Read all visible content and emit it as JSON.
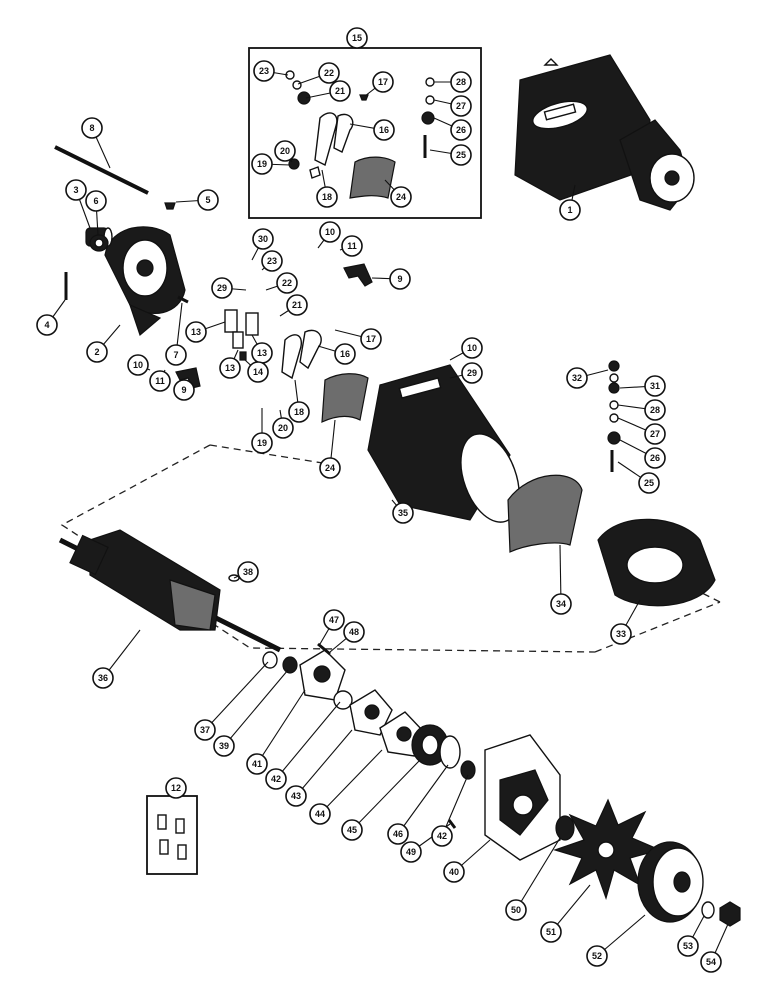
{
  "diagram": {
    "callouts": [
      {
        "id": "c1",
        "label": "1"
      },
      {
        "id": "c2",
        "label": "2"
      },
      {
        "id": "c3",
        "label": "3"
      },
      {
        "id": "c4",
        "label": "4"
      },
      {
        "id": "c5",
        "label": "5"
      },
      {
        "id": "c6",
        "label": "6"
      },
      {
        "id": "c7",
        "label": "7"
      },
      {
        "id": "c8",
        "label": "8"
      },
      {
        "id": "c9a",
        "label": "9"
      },
      {
        "id": "c9b",
        "label": "9"
      },
      {
        "id": "c10a",
        "label": "10"
      },
      {
        "id": "c10b",
        "label": "10"
      },
      {
        "id": "c10c",
        "label": "10"
      },
      {
        "id": "c11a",
        "label": "11"
      },
      {
        "id": "c11b",
        "label": "11"
      },
      {
        "id": "c12",
        "label": "12"
      },
      {
        "id": "c13a",
        "label": "13"
      },
      {
        "id": "c13b",
        "label": "13"
      },
      {
        "id": "c13c",
        "label": "13"
      },
      {
        "id": "c14",
        "label": "14"
      },
      {
        "id": "c15",
        "label": "15"
      },
      {
        "id": "c16a",
        "label": "16"
      },
      {
        "id": "c16b",
        "label": "16"
      },
      {
        "id": "c17a",
        "label": "17"
      },
      {
        "id": "c17b",
        "label": "17"
      },
      {
        "id": "c18a",
        "label": "18"
      },
      {
        "id": "c18b",
        "label": "18"
      },
      {
        "id": "c19a",
        "label": "19"
      },
      {
        "id": "c19b",
        "label": "19"
      },
      {
        "id": "c20a",
        "label": "20"
      },
      {
        "id": "c20b",
        "label": "20"
      },
      {
        "id": "c21a",
        "label": "21"
      },
      {
        "id": "c21b",
        "label": "21"
      },
      {
        "id": "c22a",
        "label": "22"
      },
      {
        "id": "c22b",
        "label": "22"
      },
      {
        "id": "c23a",
        "label": "23"
      },
      {
        "id": "c23b",
        "label": "23"
      },
      {
        "id": "c24a",
        "label": "24"
      },
      {
        "id": "c24b",
        "label": "24"
      },
      {
        "id": "c25a",
        "label": "25"
      },
      {
        "id": "c25b",
        "label": "25"
      },
      {
        "id": "c26a",
        "label": "26"
      },
      {
        "id": "c26b",
        "label": "26"
      },
      {
        "id": "c27a",
        "label": "27"
      },
      {
        "id": "c27b",
        "label": "27"
      },
      {
        "id": "c28a",
        "label": "28"
      },
      {
        "id": "c28b",
        "label": "28"
      },
      {
        "id": "c29a",
        "label": "29"
      },
      {
        "id": "c29b",
        "label": "29"
      },
      {
        "id": "c30",
        "label": "30"
      },
      {
        "id": "c31",
        "label": "31"
      },
      {
        "id": "c32",
        "label": "32"
      },
      {
        "id": "c33",
        "label": "33"
      },
      {
        "id": "c34",
        "label": "34"
      },
      {
        "id": "c35",
        "label": "35"
      },
      {
        "id": "c36",
        "label": "36"
      },
      {
        "id": "c37",
        "label": "37"
      },
      {
        "id": "c38",
        "label": "38"
      },
      {
        "id": "c39",
        "label": "39"
      },
      {
        "id": "c40",
        "label": "40"
      },
      {
        "id": "c41",
        "label": "41"
      },
      {
        "id": "c42a",
        "label": "42"
      },
      {
        "id": "c42b",
        "label": "42"
      },
      {
        "id": "c43",
        "label": "43"
      },
      {
        "id": "c44",
        "label": "44"
      },
      {
        "id": "c45",
        "label": "45"
      },
      {
        "id": "c46",
        "label": "46"
      },
      {
        "id": "c47",
        "label": "47"
      },
      {
        "id": "c48",
        "label": "48"
      },
      {
        "id": "c49",
        "label": "49"
      },
      {
        "id": "c50",
        "label": "50"
      },
      {
        "id": "c51",
        "label": "51"
      },
      {
        "id": "c52",
        "label": "52"
      },
      {
        "id": "c53",
        "label": "53"
      },
      {
        "id": "c54",
        "label": "54"
      }
    ]
  }
}
